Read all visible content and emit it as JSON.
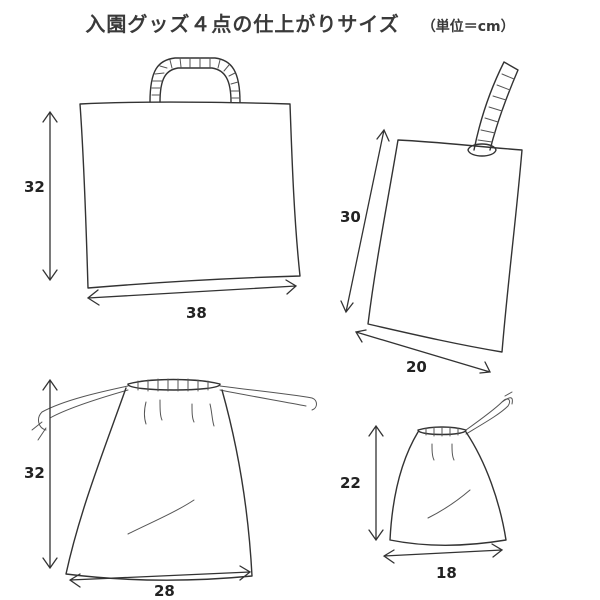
{
  "title": {
    "main": "入園グッズ４点の仕上がりサイズ",
    "unit": "（単位＝cm）"
  },
  "items": [
    {
      "height_label": "32",
      "width_label": "38"
    },
    {
      "height_label": "30",
      "width_label": "20"
    },
    {
      "height_label": "32",
      "width_label": "28"
    },
    {
      "height_label": "22",
      "width_label": "18"
    }
  ]
}
